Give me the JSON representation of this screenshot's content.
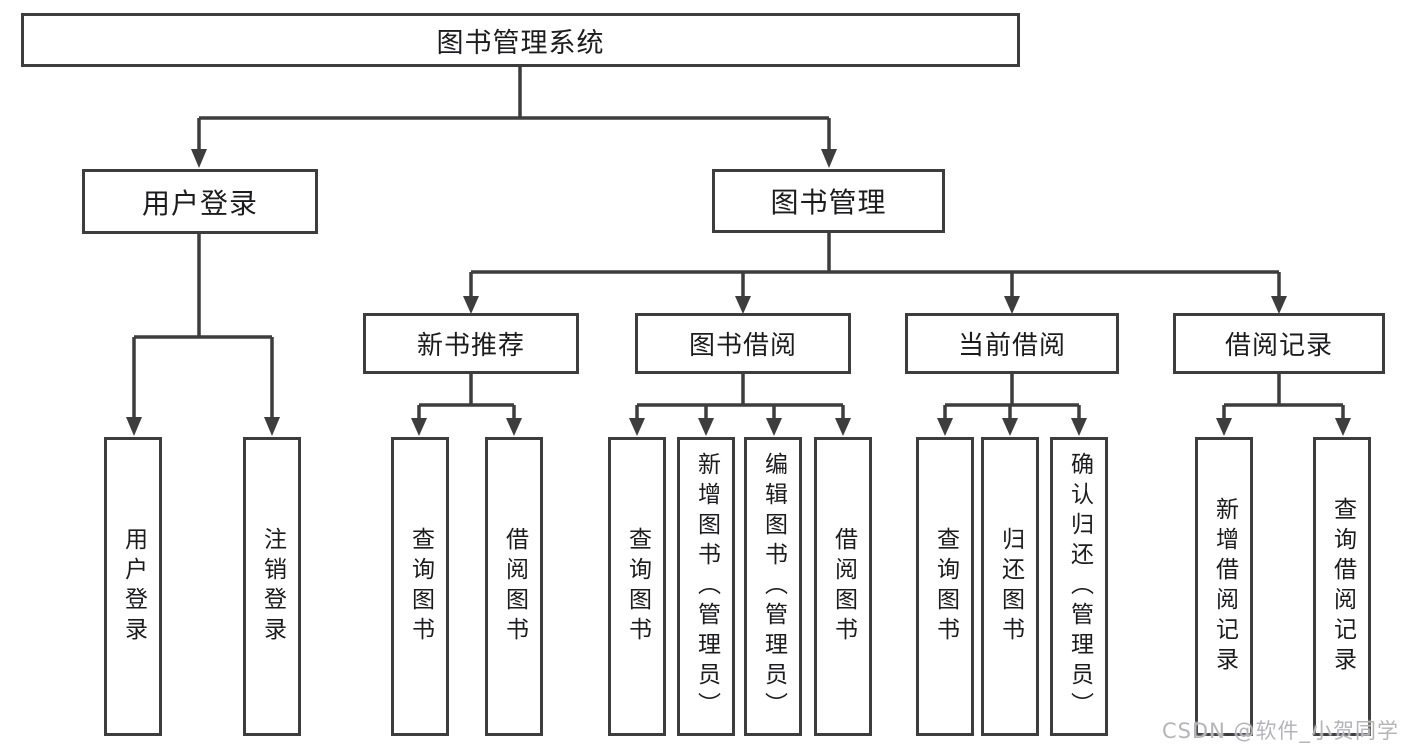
{
  "colors": {
    "line": "#3d3d3d",
    "text": "#1c1c1e",
    "box_background": "#ffffff",
    "watermark": "#b6b4b8",
    "background": "#ffffff"
  },
  "root": {
    "label": "图书管理系统"
  },
  "level2": {
    "user_login": "用户登录",
    "book_management": "图书管理"
  },
  "level3": {
    "new_book_recommend": "新书推荐",
    "book_borrowing": "图书借阅",
    "current_borrowing": "当前借阅",
    "borrowing_records": "借阅记录"
  },
  "leaves": {
    "user_login_group": [
      "用户登录",
      "注销登录"
    ],
    "new_book_recommend_group": [
      "查询图书",
      "借阅图书"
    ],
    "book_borrowing_group": [
      "查询图书",
      "新增图书（管理员）",
      "编辑图书（管理员）",
      "借阅图书"
    ],
    "current_borrowing_group": [
      "查询图书",
      "归还图书",
      "确认归还（管理员）"
    ],
    "borrowing_records_group": [
      "新增借阅记录",
      "查询借阅记录"
    ]
  },
  "watermark": {
    "text": "CSDN @软件_小贺同学"
  }
}
